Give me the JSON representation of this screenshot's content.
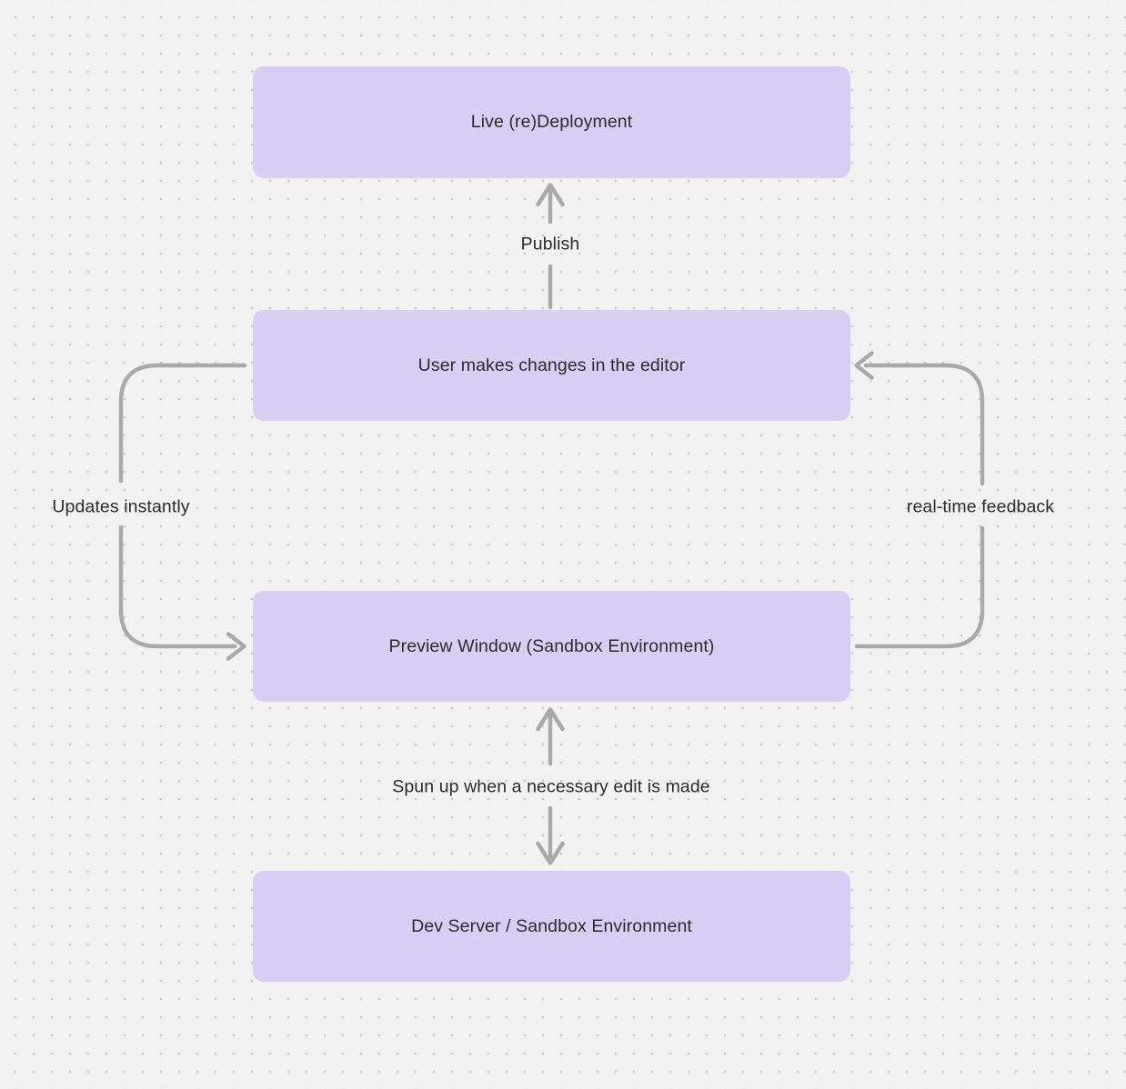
{
  "diagram": {
    "nodes": [
      {
        "id": "live-deployment",
        "label": "Live (re)Deployment"
      },
      {
        "id": "user-editor",
        "label": "User makes changes in the editor"
      },
      {
        "id": "preview-window",
        "label": "Preview Window (Sandbox Environment)"
      },
      {
        "id": "dev-server",
        "label": "Dev Server / Sandbox Environment"
      }
    ],
    "edges": [
      {
        "id": "publish",
        "label": "Publish",
        "from": "user-editor",
        "to": "live-deployment",
        "direction": "up"
      },
      {
        "id": "updates-instantly",
        "label": "Updates instantly",
        "from": "user-editor",
        "to": "preview-window",
        "direction": "left-loop"
      },
      {
        "id": "real-time-feedback",
        "label": "real-time feedback",
        "from": "preview-window",
        "to": "user-editor",
        "direction": "right-loop"
      },
      {
        "id": "spun-up",
        "label": "Spun up when a necessary edit is made",
        "from": "preview-window",
        "to": "dev-server",
        "direction": "both"
      }
    ],
    "colors": {
      "node_fill": "#d8cdf3",
      "arrow": "#a9a9a9",
      "text": "#2b2b2b",
      "background": "#f2f2f2",
      "dot": "#c7c7c7"
    }
  }
}
